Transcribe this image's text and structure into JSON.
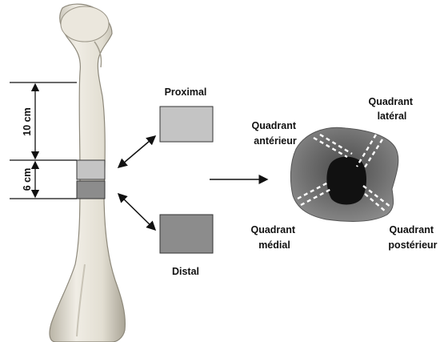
{
  "diagram": {
    "measurements": {
      "upper": "10 cm",
      "lower": "6 cm"
    },
    "samples": {
      "proximal": "Proximal",
      "distal": "Distal"
    },
    "quadrants": {
      "anterior": [
        "Quadrant",
        "antérieur"
      ],
      "lateral": [
        "Quadrant",
        "latéral"
      ],
      "medial": [
        "Quadrant",
        "médial"
      ],
      "posterior": [
        "Quadrant",
        "postérieur"
      ]
    },
    "colors": {
      "proximal_fill": "#c4c4c4",
      "distal_fill": "#8c8c8c",
      "bone": "#e7e3d8",
      "section": "#6e6e6e"
    }
  }
}
